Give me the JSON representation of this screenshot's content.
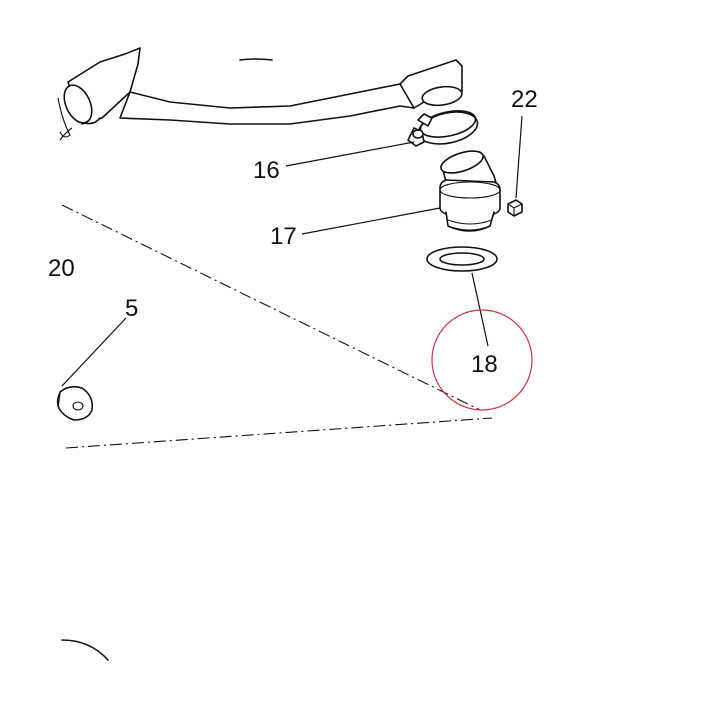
{
  "diagram": {
    "callouts": [
      {
        "number": "22"
      },
      {
        "number": "16"
      },
      {
        "number": "17"
      },
      {
        "number": "20",
        "visible_text": "20"
      },
      {
        "number": "5"
      },
      {
        "number": "18",
        "highlighted": true
      }
    ],
    "highlight_color": "#cc3344",
    "line_color": "#111111"
  }
}
